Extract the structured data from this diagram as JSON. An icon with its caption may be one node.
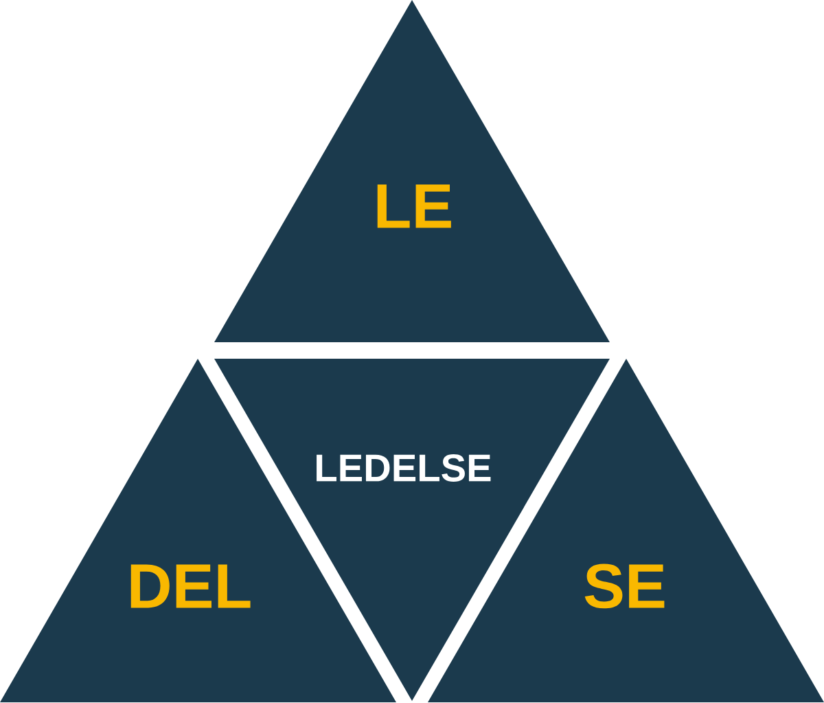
{
  "diagram": {
    "nodes": [
      {
        "text": [
          "LE"
        ]
      },
      {
        "text": [
          "LEDELSE"
        ]
      },
      {
        "text": [
          "DEL"
        ]
      },
      {
        "text": [
          "SE"
        ]
      }
    ]
  }
}
